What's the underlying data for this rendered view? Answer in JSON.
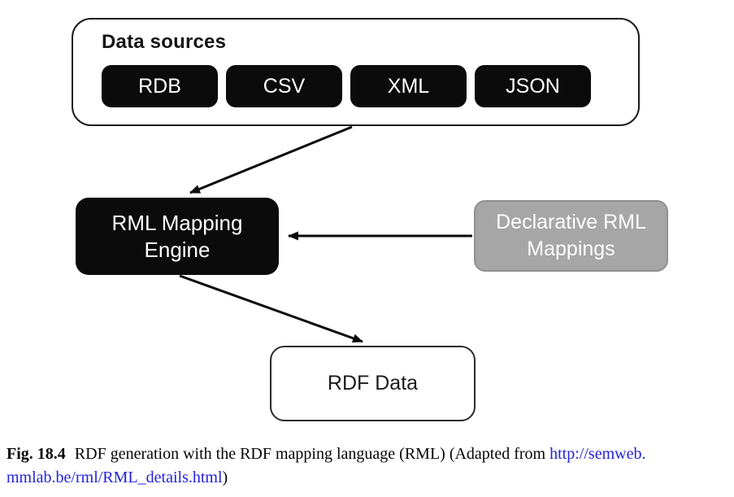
{
  "figure": {
    "data_sources": {
      "title": "Data sources",
      "items": [
        "RDB",
        "CSV",
        "XML",
        "JSON"
      ]
    },
    "engine": {
      "line1": "RML Mapping",
      "line2": "Engine"
    },
    "mappings": {
      "line1": "Declarative RML",
      "line2": "Mappings"
    },
    "rdf": {
      "label": "RDF Data"
    },
    "edges": [
      {
        "from": "data-sources",
        "to": "rml-mapping-engine"
      },
      {
        "from": "declarative-rml-mappings",
        "to": "rml-mapping-engine"
      },
      {
        "from": "rml-mapping-engine",
        "to": "rdf-data"
      }
    ]
  },
  "colors": {
    "node_black": "#0b0b0b",
    "node_gray": "#a6a6a6",
    "node_gray_border": "#8f8f8f",
    "outline": "#1c1c1c",
    "arrow": "#0b0b0b",
    "link_blue": "#2222dd",
    "ink": "#050505"
  },
  "caption": {
    "label": "Fig. 18.4",
    "text_before_link": "RDF generation with the RDF mapping language (RML) (Adapted from ",
    "link_line1": "http://semweb.",
    "link_line2": "mmlab.be/rml/RML_details.html",
    "text_after_link": ")"
  }
}
